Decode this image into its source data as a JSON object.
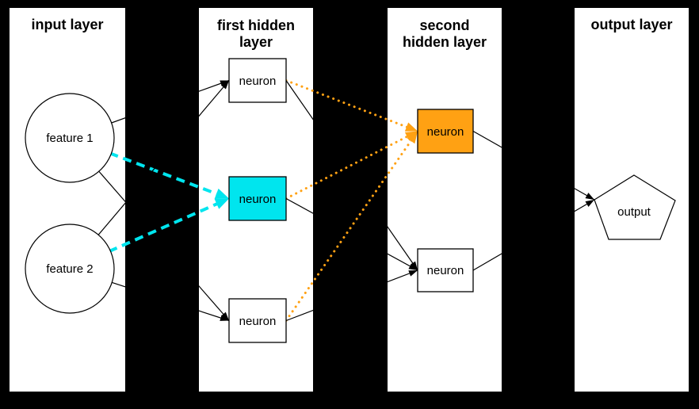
{
  "colors": {
    "background": "#000000",
    "panel": "#ffffff",
    "line": "#000000",
    "highlight_cyan": "#00e5ee",
    "highlight_orange": "#ffa113"
  },
  "layers": [
    {
      "title_line1": "input layer",
      "title_line2": ""
    },
    {
      "title_line1": "first hidden",
      "title_line2": "layer"
    },
    {
      "title_line1": "second",
      "title_line2": "hidden layer"
    },
    {
      "title_line1": "output layer",
      "title_line2": ""
    }
  ],
  "nodes": {
    "feature1": {
      "label": "feature 1"
    },
    "feature2": {
      "label": "feature 2"
    },
    "hidden1_top": {
      "label": "neuron"
    },
    "hidden1_middle": {
      "label": "neuron"
    },
    "hidden1_bottom": {
      "label": "neuron"
    },
    "hidden2_top": {
      "label": "neuron"
    },
    "hidden2_bottom": {
      "label": "neuron"
    },
    "output": {
      "label": "output"
    }
  },
  "connections": [
    {
      "from": "feature1",
      "to": "hidden1_top",
      "style": "plain"
    },
    {
      "from": "feature1",
      "to": "hidden1_middle",
      "style": "highlight_cyan"
    },
    {
      "from": "feature1",
      "to": "hidden1_bottom",
      "style": "plain"
    },
    {
      "from": "feature2",
      "to": "hidden1_top",
      "style": "plain"
    },
    {
      "from": "feature2",
      "to": "hidden1_middle",
      "style": "highlight_cyan"
    },
    {
      "from": "feature2",
      "to": "hidden1_bottom",
      "style": "plain"
    },
    {
      "from": "hidden1_top",
      "to": "hidden2_top",
      "style": "highlight_orange"
    },
    {
      "from": "hidden1_top",
      "to": "hidden2_bottom",
      "style": "plain"
    },
    {
      "from": "hidden1_middle",
      "to": "hidden2_top",
      "style": "highlight_orange"
    },
    {
      "from": "hidden1_middle",
      "to": "hidden2_bottom",
      "style": "plain"
    },
    {
      "from": "hidden1_bottom",
      "to": "hidden2_top",
      "style": "highlight_orange"
    },
    {
      "from": "hidden1_bottom",
      "to": "hidden2_bottom",
      "style": "plain"
    },
    {
      "from": "hidden2_top",
      "to": "output",
      "style": "plain"
    },
    {
      "from": "hidden2_bottom",
      "to": "output",
      "style": "plain"
    }
  ]
}
